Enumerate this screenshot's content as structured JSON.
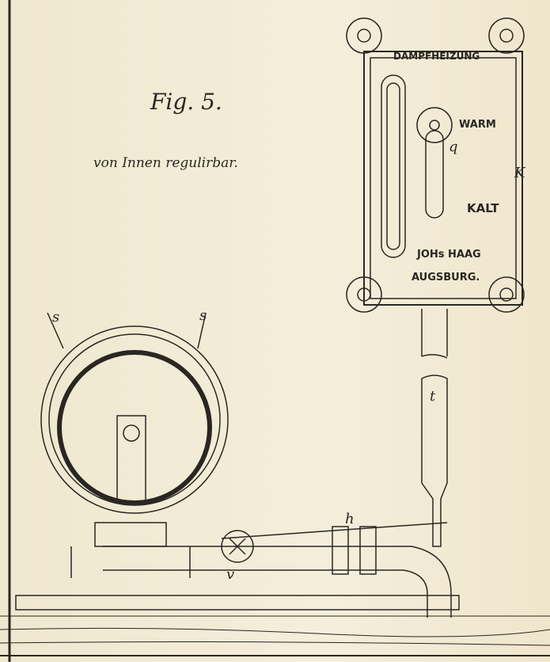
{
  "figure": {
    "title": "Fig. 5.",
    "subtitle": "von Innen regulirbar."
  },
  "gauge": {
    "header": "DAMPFHEIZUNG",
    "warm": "WARM",
    "cold": "KALT",
    "maker_line1": "JOHs HAAG",
    "maker_line2": "AUGSBURG."
  },
  "labels": {
    "k": "K",
    "q": "q",
    "s1": "s",
    "s2": "s",
    "t": "t",
    "h": "h",
    "v": "v"
  }
}
